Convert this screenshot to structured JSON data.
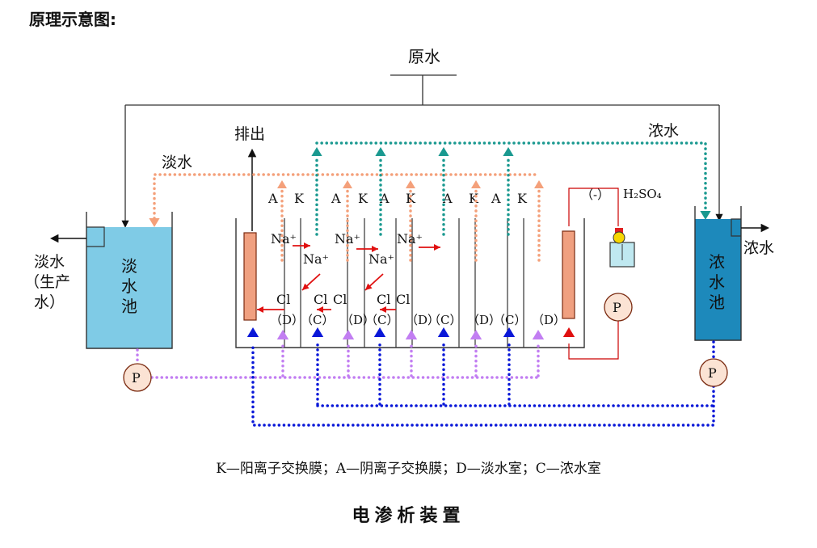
{
  "heading": "原理示意图:",
  "labels": {
    "raw_water": "原水",
    "discharge": "排出",
    "fresh_water_flow": "淡水",
    "conc_water_flow": "浓水",
    "fresh_tank": "淡水池",
    "conc_tank": "浓水池",
    "fresh_out_1": "淡水",
    "fresh_out_2": "（生产",
    "fresh_out_3": "水）",
    "conc_out": "浓水",
    "minus": "（-）",
    "acid": "H₂SO₄",
    "pump": "P",
    "na": "Na⁺",
    "cl": "Cl",
    "membrane_A": "A",
    "membrane_K": "K",
    "chamber_D": "（D）",
    "chamber_C": "（C）"
  },
  "membranes": [
    "A",
    "K",
    "A",
    "K",
    "A",
    "K",
    "A",
    "K",
    "A",
    "K"
  ],
  "chambers": [
    "D",
    "C",
    "D",
    "C",
    "D",
    "C",
    "D",
    "C",
    "D"
  ],
  "legend": "K—阳离子交换膜；A—阴离子交换膜；D—淡水室；C—浓水室",
  "title": "电渗析装置",
  "colors": {
    "fresh_tank": "#7fcbe6",
    "conc_tank": "#1d89bb",
    "fresh_flow": "#f4a07a",
    "conc_flow": "#1a9990",
    "feed_fresh": "#c27ef2",
    "feed_conc": "#0a18d8",
    "ion_arrow": "#e01010",
    "electrode": "#f0a080"
  }
}
